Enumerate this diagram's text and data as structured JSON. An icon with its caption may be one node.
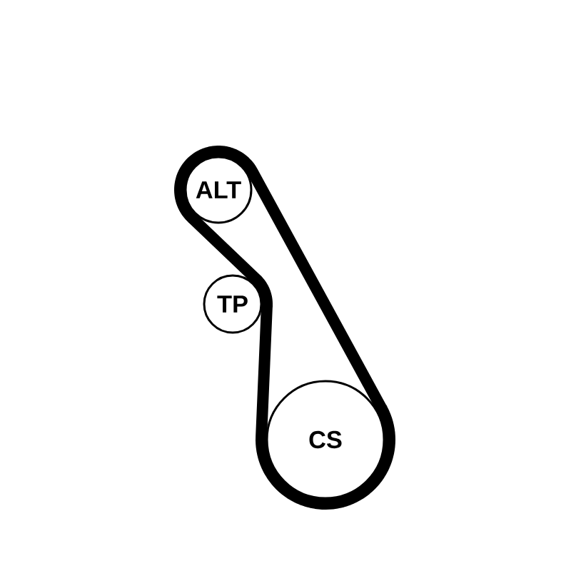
{
  "diagram": {
    "nodes": [
      {
        "text": [
          "ALT"
        ]
      },
      {
        "text": [
          "TP"
        ]
      },
      {
        "text": [
          "CS"
        ]
      }
    ],
    "edges": [
      {
        "from": 0,
        "to": 1,
        "arrow": "none"
      },
      {
        "from": 1,
        "to": 2,
        "arrow": "none"
      },
      {
        "from": 2,
        "to": 0,
        "arrow": "none"
      }
    ]
  }
}
